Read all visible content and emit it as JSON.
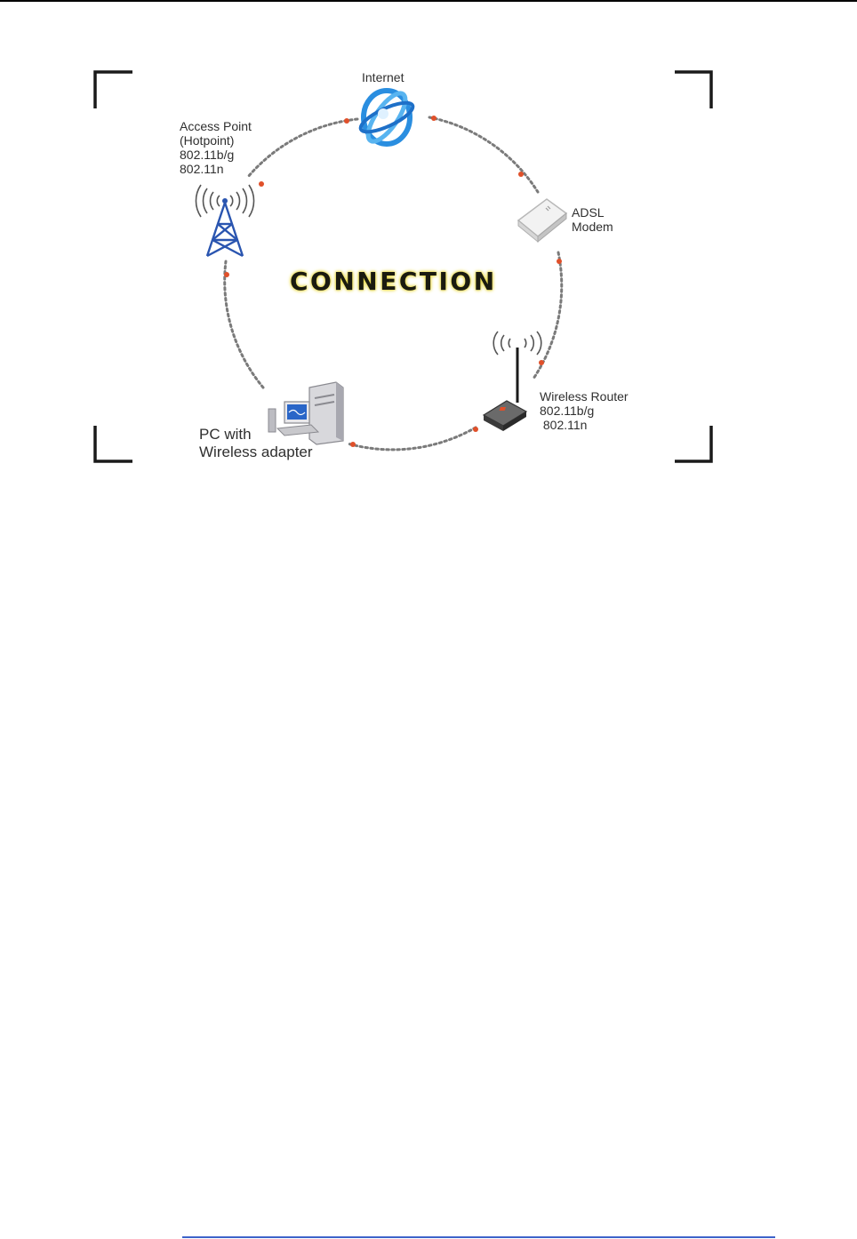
{
  "diagram": {
    "title": "CONNECTION",
    "nodes": {
      "internet": {
        "label": "Internet"
      },
      "adsl_modem": {
        "label": "ADSL\nModem"
      },
      "wireless_router": {
        "label": "Wireless Router\n802.11b/g\n 802.11n"
      },
      "pc": {
        "label": "PC with\nWireless adapter"
      },
      "access_point": {
        "label": "Access Point\n(Hotpoint)\n802.11b/g\n802.11n"
      }
    },
    "colors": {
      "ring": "#7a7a7a",
      "arrow": "#e0502a",
      "tower": "#2a55b0",
      "globe": "#2a8ee0",
      "corner": "#1a1a1a"
    }
  }
}
